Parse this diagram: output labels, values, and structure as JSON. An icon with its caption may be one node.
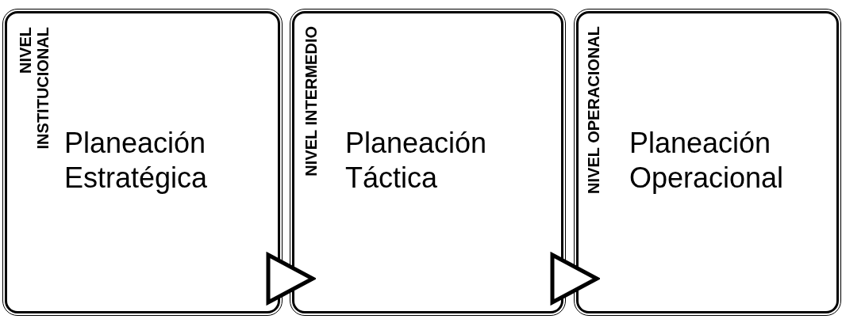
{
  "diagram": {
    "nodes": [
      {
        "text": [
          "NIVEL INSTITUCIONAL",
          "Planeación Estratégica"
        ]
      },
      {
        "text": [
          "NIVEL INTERMEDIO",
          "Planeación Táctica"
        ]
      },
      {
        "text": [
          "NIVEL OPERACIONAL",
          "Planeación Operacional"
        ]
      }
    ],
    "edges": [
      {
        "from": 0,
        "to": 1,
        "arrow": "to"
      },
      {
        "from": 1,
        "to": 2,
        "arrow": "to"
      }
    ]
  }
}
